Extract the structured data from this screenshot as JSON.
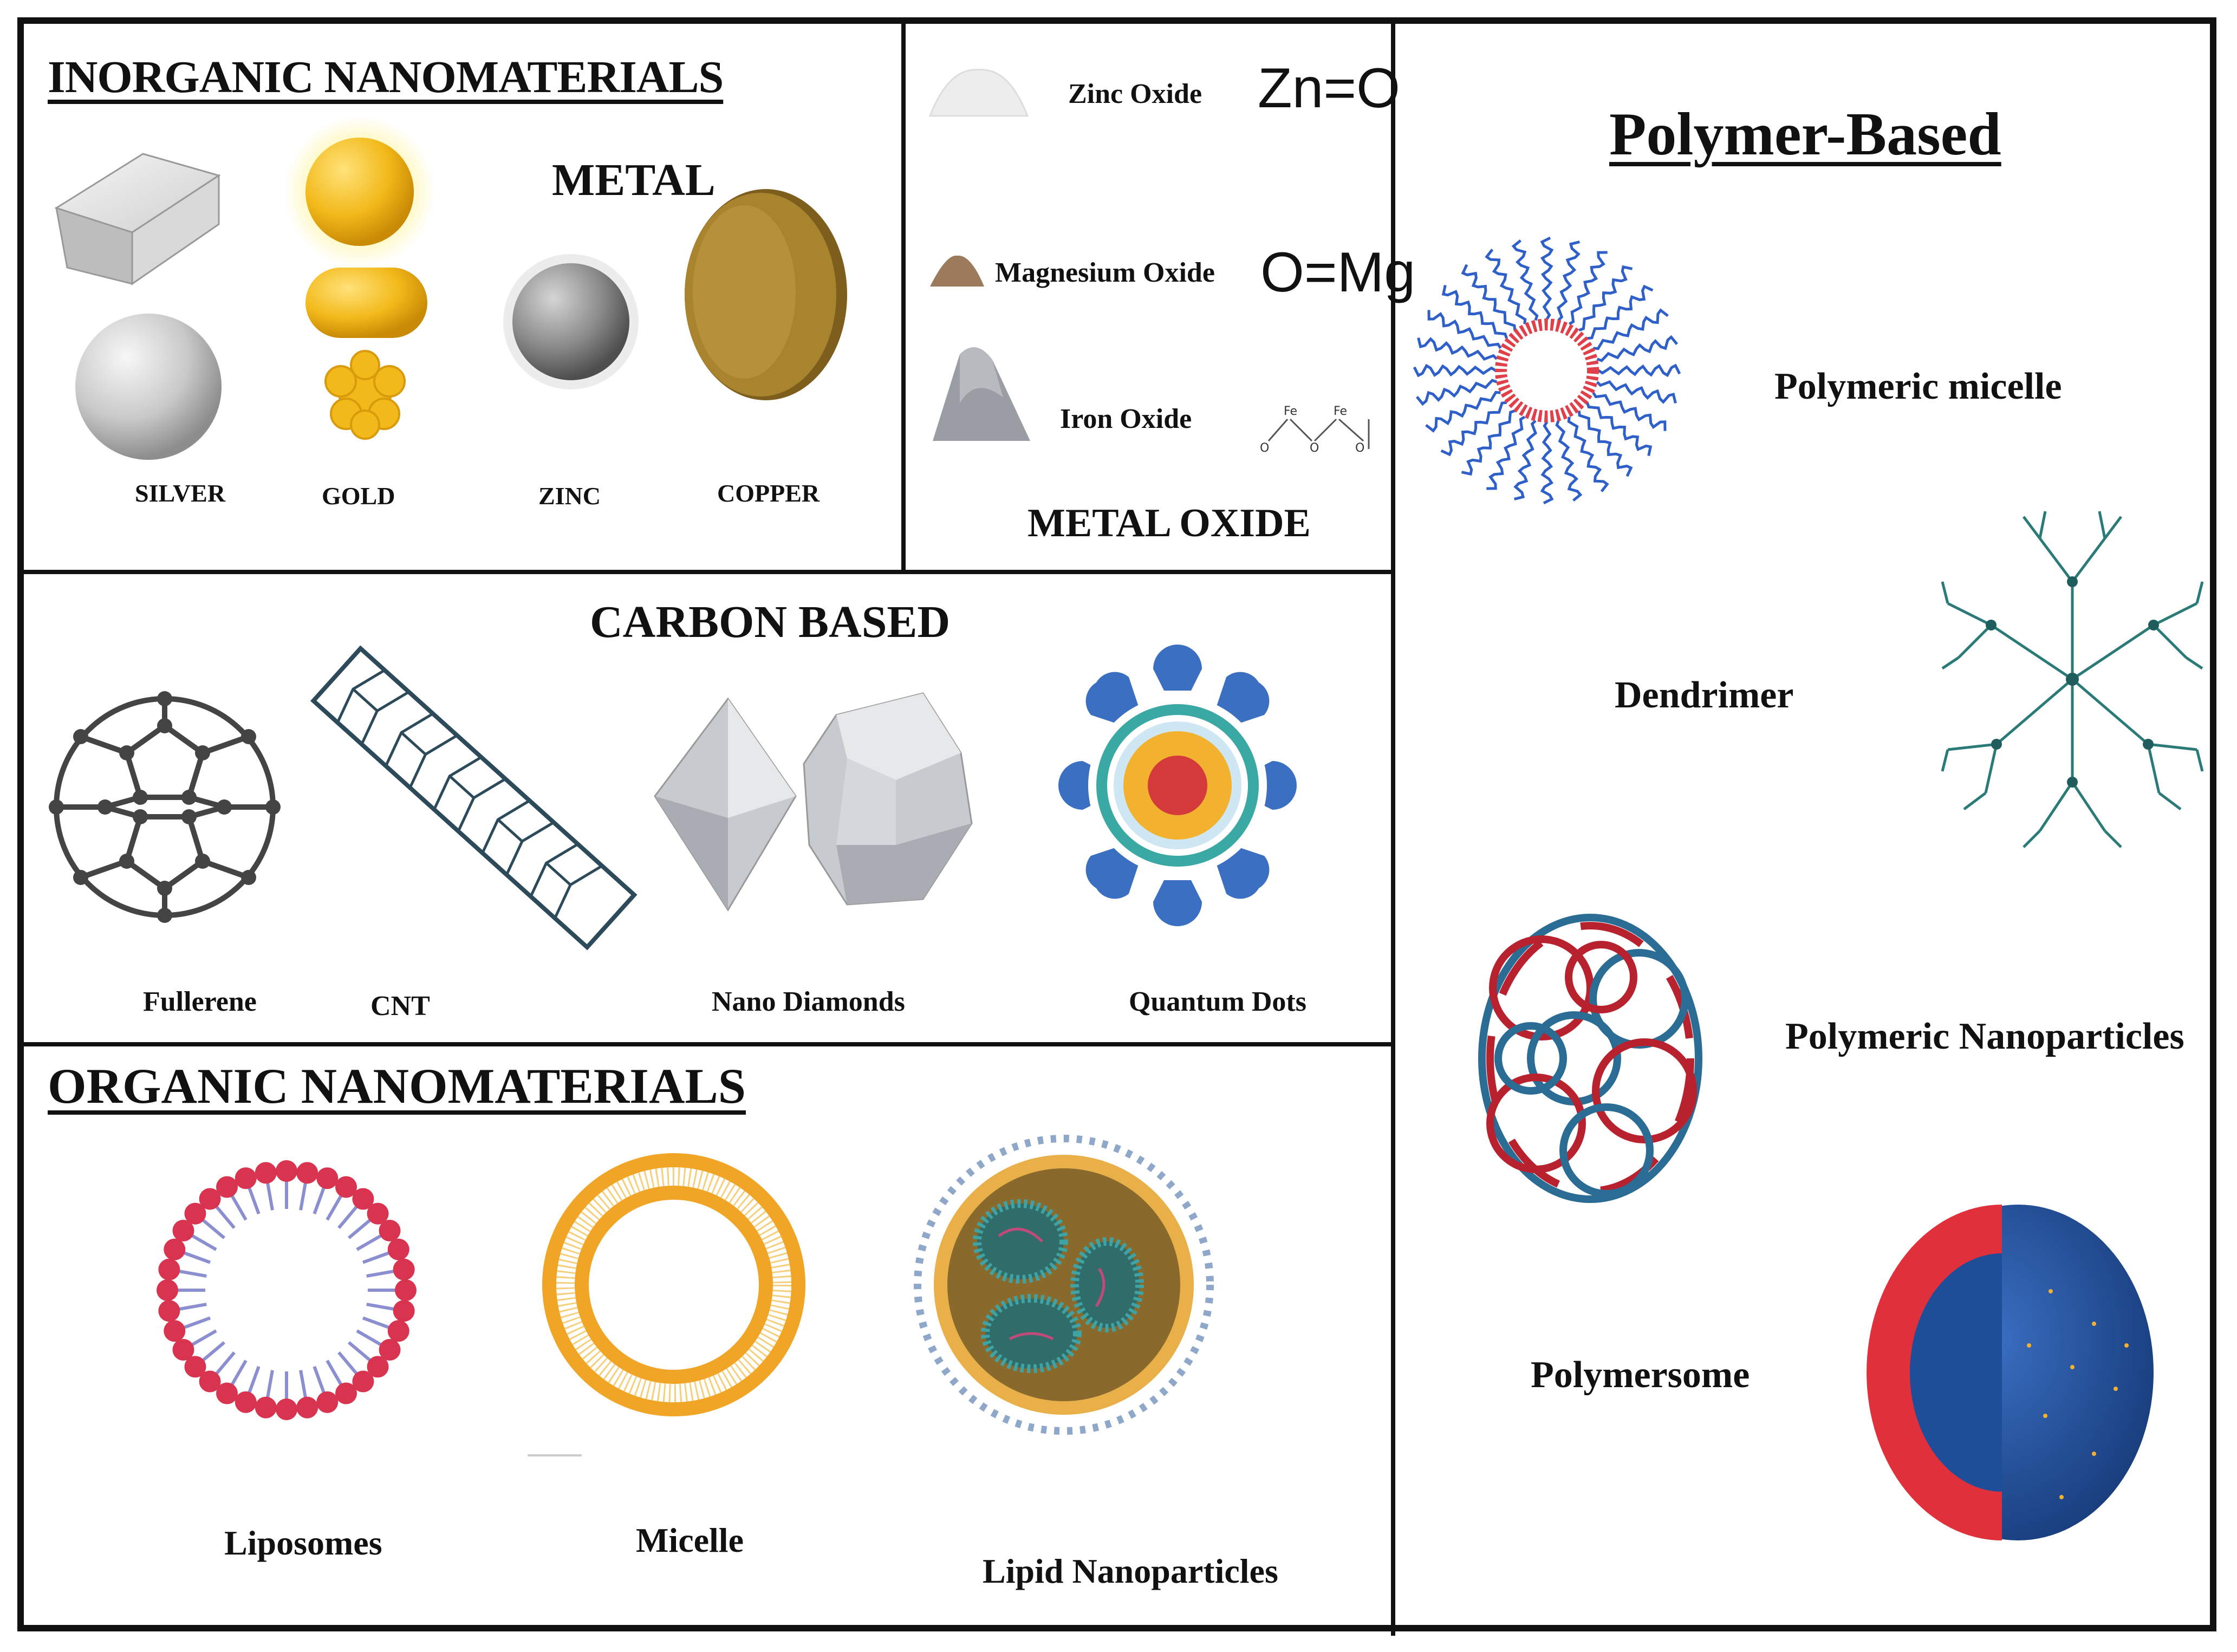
{
  "inorganic": {
    "title": "INORGANIC NANOMATERIALS",
    "metal_title": "METAL",
    "labels": [
      "SILVER",
      "GOLD",
      "ZINC",
      "COPPER"
    ]
  },
  "metal_oxide": {
    "title": "METAL OXIDE",
    "items": [
      {
        "name": "Zinc Oxide",
        "formula": "Zn=O"
      },
      {
        "name": "Magnesium  Oxide",
        "formula": "O=Mg"
      },
      {
        "name": "Iron Oxide",
        "formula": ""
      }
    ],
    "iron_atoms": [
      "O",
      "Fe",
      "O",
      "Fe",
      "O"
    ]
  },
  "carbon": {
    "title": "CARBON BASED",
    "labels": [
      "Fullerene",
      "CNT",
      "Nano Diamonds",
      "Quantum Dots"
    ]
  },
  "organic": {
    "title": "ORGANIC NANOMATERIALS",
    "labels": [
      "Liposomes",
      "Micelle",
      "Lipid Nanoparticles"
    ]
  },
  "polymer": {
    "title": "Polymer-Based",
    "labels": [
      "Polymeric micelle",
      "Dendrimer",
      "Polymeric Nanoparticles",
      "Polymersome"
    ]
  },
  "colors": {
    "frame": "#111111",
    "silver": "#c9c9c9",
    "gold": "#f2b91a",
    "zinc": "#8a8a8a",
    "copper": "#a8842f",
    "carbon": "#444444",
    "cnt": "#2d4a5a",
    "diamond": "#c7cbd0",
    "qd_blue": "#3a6fc2",
    "qd_core": "#d43a3a",
    "qd_ring": "#f2b22f",
    "liposome_head": "#d8334f",
    "liposome_tail": "#8c8fcf",
    "micelle": "#f0a526",
    "lnp": "#c69433",
    "lnp_teal": "#3fa3a3",
    "pm_red": "#e0404a",
    "pm_blue": "#2f5fc9",
    "dendrimer": "#2a7a78",
    "pnp_red": "#b7222e",
    "pnp_blue": "#2b6c95",
    "ps_blue": "#1f4e98",
    "ps_red": "#e0303c"
  }
}
